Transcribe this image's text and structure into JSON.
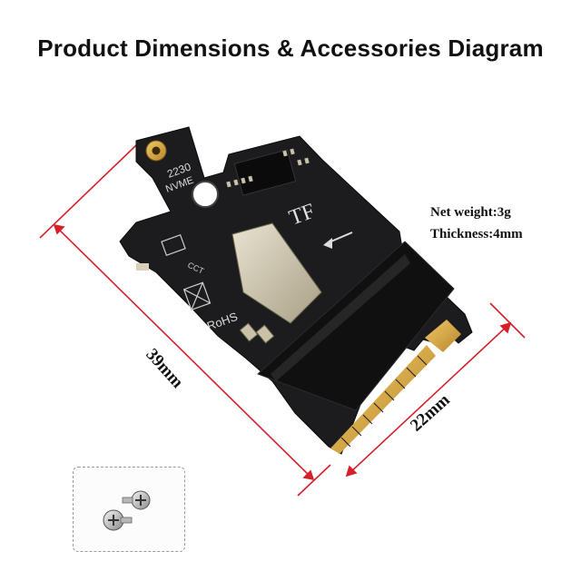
{
  "title": "Product Dimensions & Accessories Diagram",
  "specs": {
    "weight": "Net weight:3g",
    "thickness": "Thickness:4mm"
  },
  "dimensions": {
    "length": "39mm",
    "width": "22mm"
  },
  "board_marks": {
    "size_code": "2230",
    "interface": "NVME",
    "slot": "TF",
    "compliance": "RoHS",
    "cert": "CCT"
  },
  "colors": {
    "dimension_line": "#d4202a",
    "board": "#1c1c1e",
    "gold": "#d9a63a"
  }
}
